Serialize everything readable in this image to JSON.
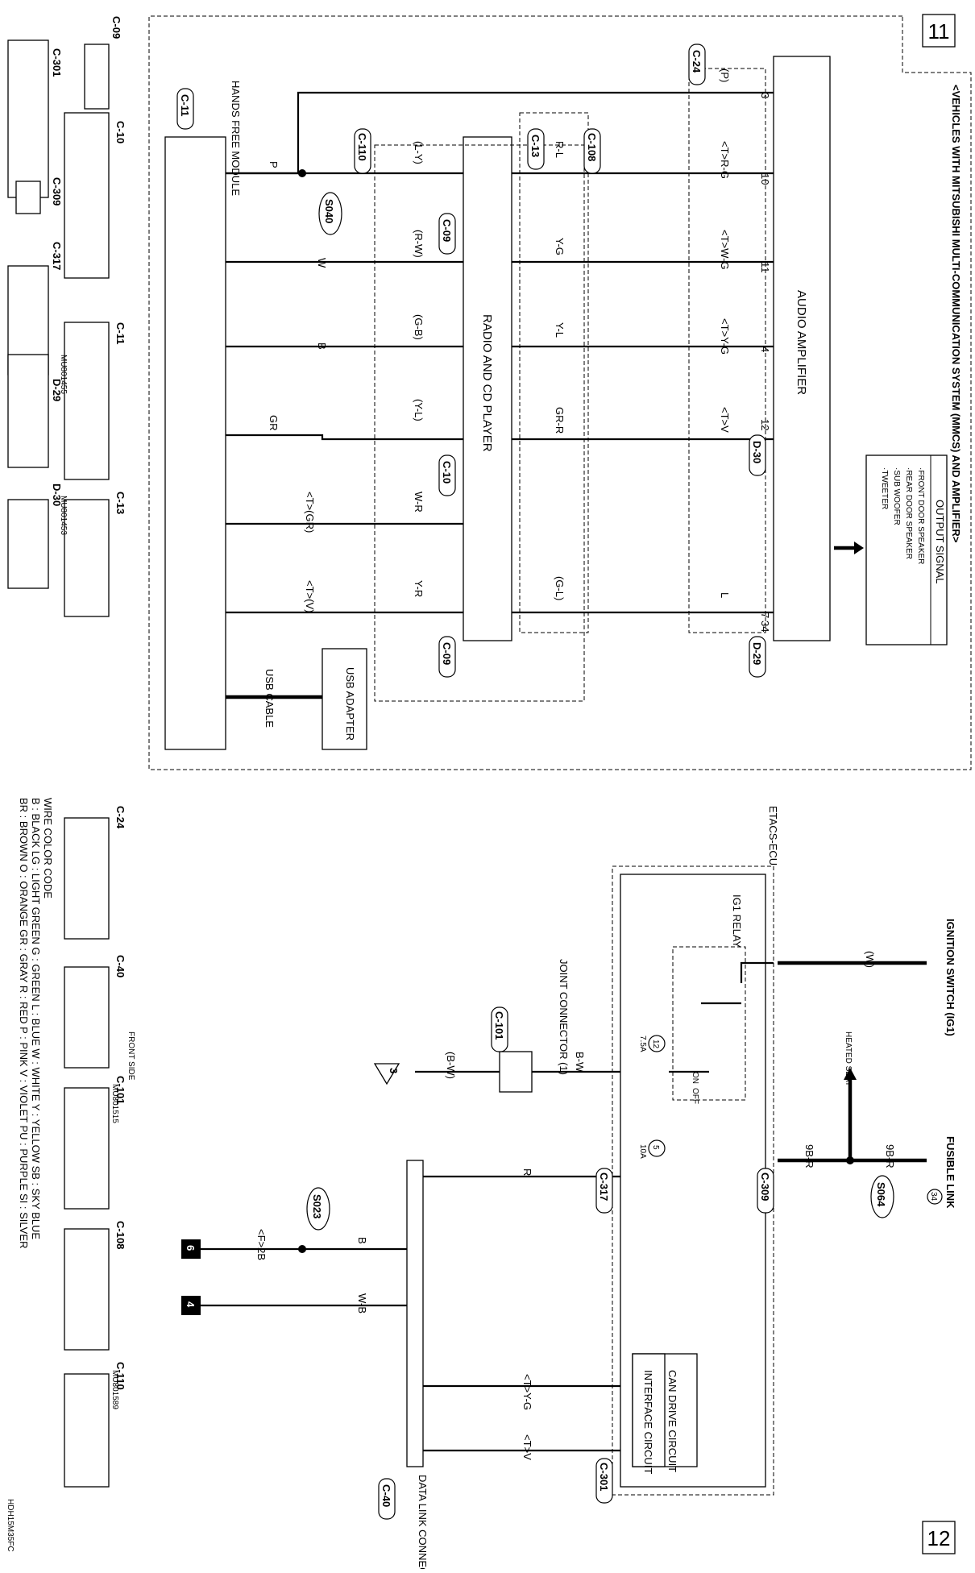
{
  "diagram": {
    "id": "HDH15M35FC",
    "page_left": "11",
    "page_right": "12",
    "top": {
      "vehicle_note": "<VEHICLES WITH MITSUBISHI MULTI-COMMUNICATION SYSTEM (MMCS) AND AMPLIFIER>",
      "audio_amplifier": "AUDIO AMPLIFIER",
      "radio_cd": "RADIO AND CD PLAYER",
      "hands_free": "HANDS FREE MODULE",
      "output_signal": "OUTPUT SIGNAL",
      "output_items": [
        "·FRONT DOOR SPEAKER",
        "·REAR DOOR SPEAKER",
        "·SUB WOOFER",
        "·TWEETER"
      ],
      "usb_adapter": "USB ADAPTER",
      "usb_cable": "USB CABLE",
      "splice": "S040",
      "connectors": [
        "C-24",
        "D-30",
        "D-29",
        "C-108",
        "C-13",
        "C-110",
        "C-09",
        "C-10",
        "C-09",
        "C-11"
      ],
      "amp_pins": [
        "3",
        "10",
        "11",
        "4",
        "12",
        "7",
        "34"
      ],
      "wire_colors": [
        "(P)",
        "<T>R-G",
        "<T>W-G",
        "<T>Y-G",
        "<T>V",
        "L",
        "(G-L)",
        "R-L",
        "Y-G",
        "Y-L",
        "GR-R",
        "(L-Y)",
        "(R-W)",
        "(G-B)",
        "(Y-L)",
        "<T>(GR)",
        "<T>(V)",
        "W-R",
        "Y-R",
        "P",
        "W",
        "B",
        "GR"
      ]
    },
    "bottom": {
      "ignition": "IGNITION SWITCH (IG1)",
      "fusible": "FUSIBLE LINK",
      "fusible_no": "34",
      "etacs": "ETACS-ECU",
      "ig1_relay": "IG1 RELAY",
      "on": "ON",
      "off": "OFF",
      "heated_seat": "HEATED SEAT",
      "joint": "JOINT CONNECTOR (1)",
      "fuse_12": "12",
      "fuse_12_amp": "7.5A",
      "fuse_5": "5",
      "fuse_5_amp": "10A",
      "can_drive": "CAN DRIVE CIRCUIT",
      "interface": "INTERFACE CIRCUIT",
      "dlc": "DATA LINK CONNECTOR",
      "splice_1": "S064",
      "splice_2": "S023",
      "connectors": [
        "C-309",
        "C-317",
        "C-301",
        "C-101",
        "C-40"
      ],
      "wires": [
        "(W)",
        "9B-R",
        "9B-R",
        "B-W",
        "(B-W)",
        "R",
        "B",
        "<F>2B",
        "W-B",
        "<T>Y-G",
        "<T>V"
      ],
      "grounds": [
        "6",
        "4"
      ],
      "to_ref": "3"
    },
    "wire_color_code": {
      "title": "WIRE COLOR CODE",
      "line1": "B : BLACK   LG : LIGHT GREEN   G : GREEN   L : BLUE   W : WHITE   Y : YELLOW   SB : SKY BLUE",
      "line2": "BR : BROWN   O : ORANGE   GR : GRAY   R : RED   P : PINK   V : VIOLET   PU : PURPLE   SI : SILVER"
    },
    "connector_faces": {
      "labels": [
        "C-09",
        "C-10",
        "C-309",
        "C-317",
        "C-11",
        "D-29",
        "C-13",
        "D-30",
        "C-301",
        "C-24",
        "C-40",
        "C-101",
        "C-108",
        "C-110"
      ],
      "front_side": "FRONT SIDE",
      "part_numbers": [
        "MU801455",
        "MU801453",
        "MU801515",
        "MU801589"
      ]
    }
  }
}
